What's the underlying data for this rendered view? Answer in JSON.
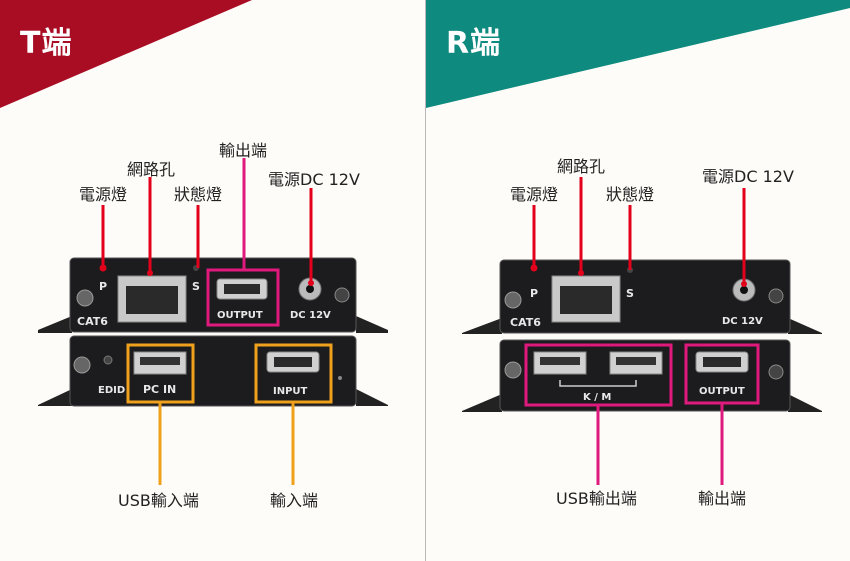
{
  "colors": {
    "t_banner": "#a80d24",
    "r_banner": "#0e8a7e",
    "red_line": "#e3001b",
    "magenta": "#e0197d",
    "orange": "#f0a11c",
    "device": "#1c1c1e"
  },
  "t_panel": {
    "title": "T端",
    "labels": {
      "power": "電源燈",
      "network": "網路孔",
      "status": "狀態燈",
      "output": "輸出端",
      "dc": "電源DC 12V",
      "usb_in": "USB輸入端",
      "input": "輸入端"
    },
    "device_text": {
      "p": "P",
      "s": "S",
      "cat6": "CAT6",
      "output": "OUTPUT",
      "dc": "DC 12V",
      "edid": "EDID",
      "pc_in": "PC IN",
      "input": "INPUT"
    }
  },
  "r_panel": {
    "title": "R端",
    "labels": {
      "power": "電源燈",
      "network": "網路孔",
      "status": "狀態燈",
      "dc": "電源DC 12V",
      "usb_out": "USB輸出端",
      "output": "輸出端"
    },
    "device_text": {
      "p": "P",
      "s": "S",
      "cat6": "CAT6",
      "dc": "DC 12V",
      "km": "K / M",
      "output": "OUTPUT"
    }
  }
}
